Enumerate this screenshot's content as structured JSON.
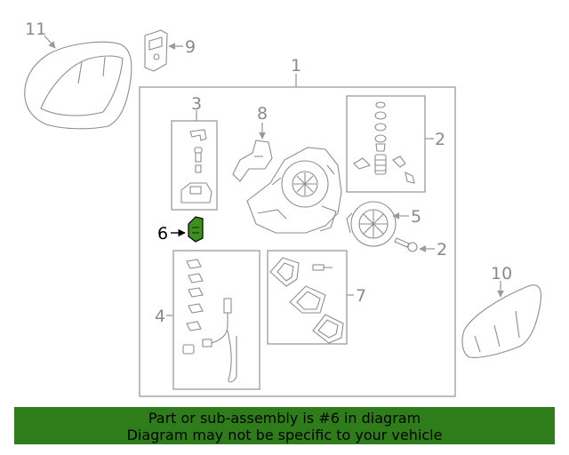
{
  "diagram": {
    "callouts": {
      "c1": "1",
      "c2a": "2",
      "c2b": "2",
      "c3": "3",
      "c4": "4",
      "c5": "5",
      "c6": "6",
      "c7": "7",
      "c8": "8",
      "c9": "9",
      "c10": "10",
      "c11": "11"
    },
    "highlighted_part": "6",
    "colors": {
      "line": "#9a9a9a",
      "highlight_part": "#3f8f1f",
      "banner_bg": "#2e7d1a"
    }
  },
  "banner": {
    "line1": "Part or sub-assembly is #6 in diagram",
    "line2": "Diagram may not be specific to your vehicle"
  }
}
